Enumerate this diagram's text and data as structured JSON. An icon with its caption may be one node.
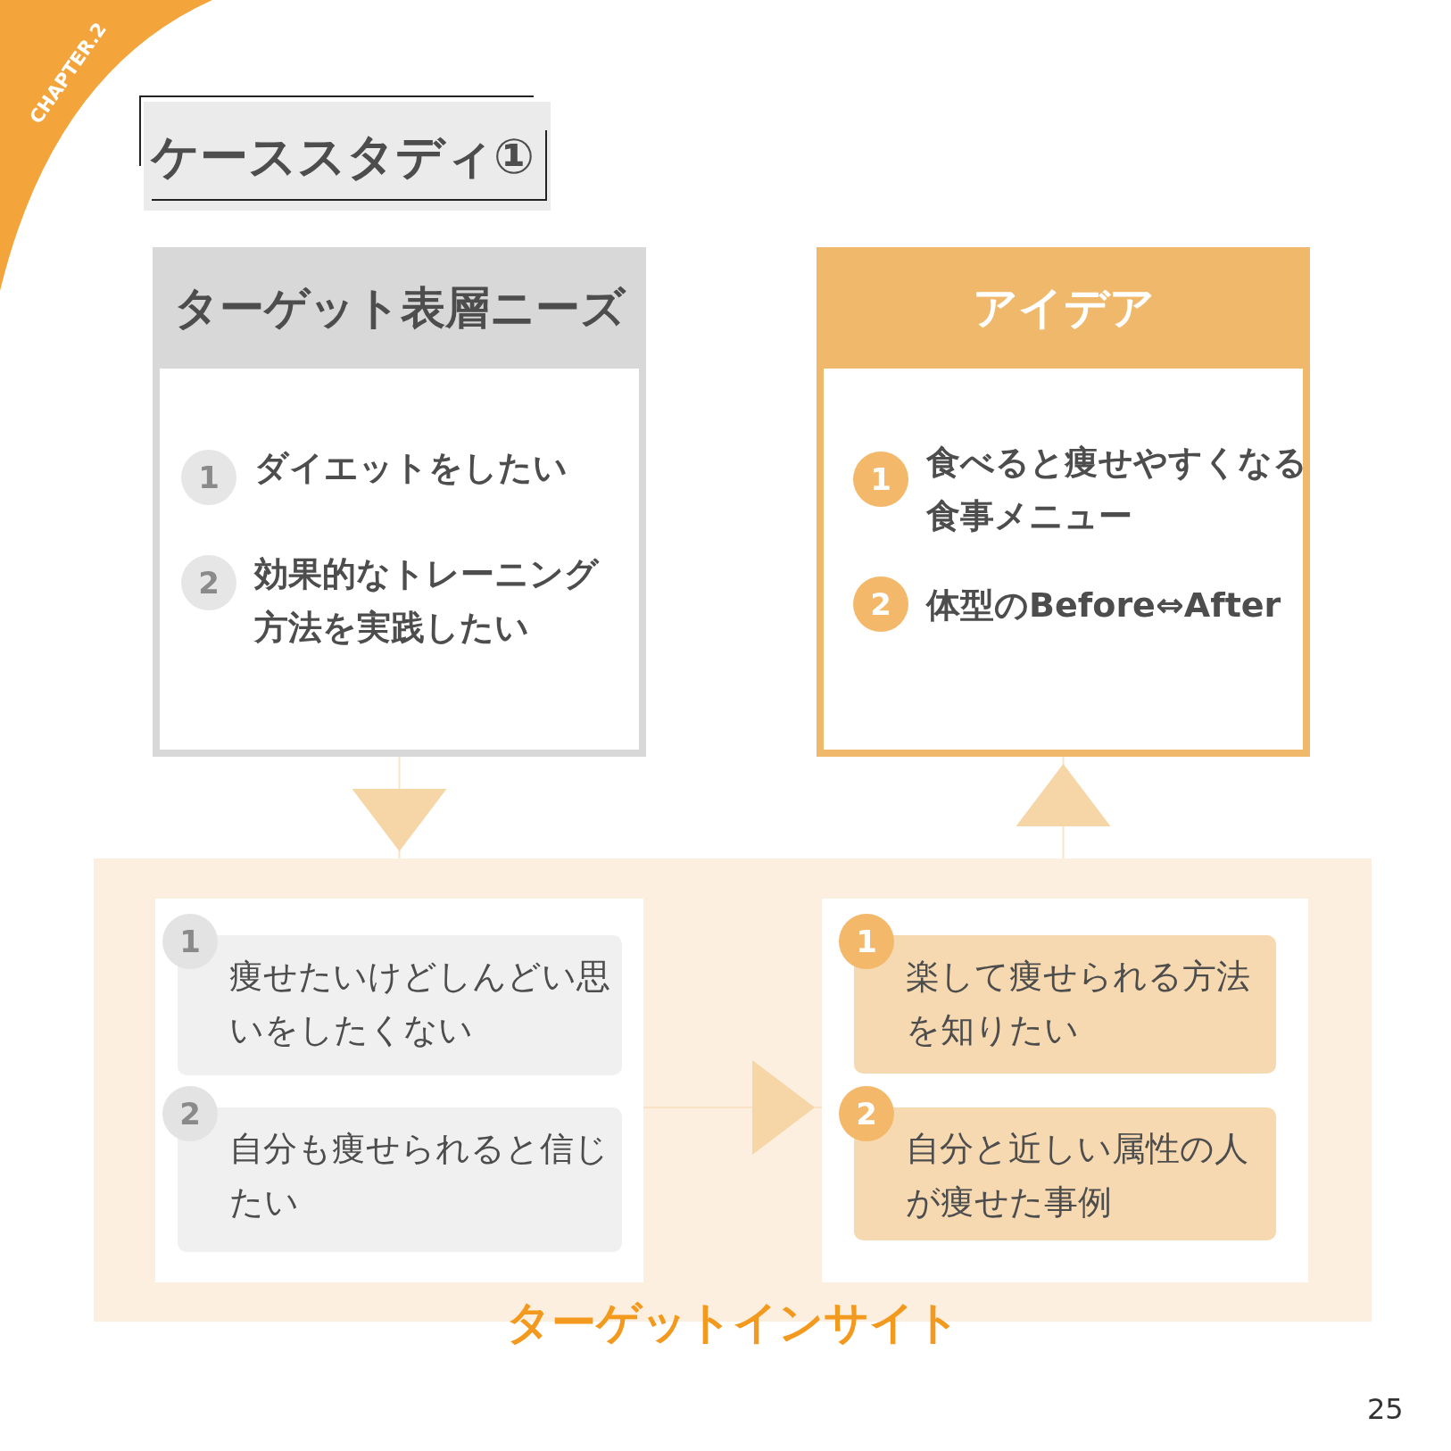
{
  "diagram": {
    "title": "ケーススタディ①",
    "nodes": [
      {
        "text": [
          "ターゲット表層ニーズ"
        ]
      },
      {
        "text": [
          "1",
          "ダイエットをしたい"
        ],
        "in": 0
      },
      {
        "text": [
          "2",
          "効果的なトレーニング方法を実践したい"
        ],
        "in": 0
      },
      {
        "text": [
          "アイデア"
        ]
      },
      {
        "text": [
          "1",
          "食べると痩せやすくなる食事メニュー"
        ],
        "in": 3
      },
      {
        "text": [
          "2",
          "体型のBefore⇔After"
        ],
        "in": 3
      },
      {
        "text": [
          "ターゲットインサイト"
        ]
      },
      {
        "text": [],
        "shape": "box",
        "in": 6
      },
      {
        "text": [
          "1",
          "痩せたいけどしんどい思いをしたくない"
        ],
        "in": 7
      },
      {
        "text": [
          "2",
          "自分も痩せられると信じたい"
        ],
        "in": 7
      },
      {
        "text": [],
        "shape": "box",
        "in": 6
      },
      {
        "text": [
          "1",
          "楽して痩せられる方法を知りたい"
        ],
        "in": 10
      },
      {
        "text": [
          "2",
          "自分と近しい属性の人が痩せた事例"
        ],
        "in": 10
      }
    ],
    "edges": [
      {
        "from": 0,
        "to": 6,
        "arrow": "to"
      },
      {
        "from": 6,
        "to": 3,
        "arrow": "to"
      },
      {
        "from": 7,
        "to": 10,
        "arrow": "to"
      }
    ],
    "labels": [
      "CHAPTER.2",
      "25"
    ]
  }
}
